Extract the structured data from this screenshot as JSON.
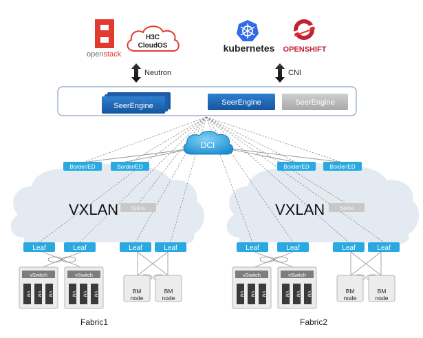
{
  "platforms": {
    "openstack": {
      "prefix": "open",
      "suffix": "stack",
      "prefix_color": "#6b6b6b",
      "suffix_color": "#e23a2e",
      "icon": "openstack-logo-icon"
    },
    "h3c": {
      "line1": "H3C",
      "line2": "CloudOS",
      "icon": "cloud-outline-icon"
    },
    "kubernetes": {
      "label": "kubernetes",
      "color": "#326ce5",
      "icon": "kubernetes-helm-icon"
    },
    "openshift": {
      "label": "OPENSHIFT",
      "color": "#c22133",
      "icon": "openshift-ring-icon"
    }
  },
  "interfaces": {
    "left": "Neutron",
    "right": "CNI"
  },
  "controller": {
    "engines": [
      "SeerEngine",
      "SeerEngine",
      "SeerEngine"
    ],
    "active_color": "#1f66b8",
    "standby_color": "#bdbdbd"
  },
  "dci": {
    "label": "DCI"
  },
  "colors": {
    "device": "#29a9e0",
    "cloud": "#e4eaf1",
    "fabric_label": "#222222"
  },
  "fabrics": [
    {
      "name": "Fabric1",
      "overlay": "VXLAN",
      "spine": "Spine",
      "borders": [
        "Border/ED",
        "Border/ED"
      ],
      "leaves": [
        "Leaf",
        "Leaf",
        "Leaf",
        "Leaf"
      ],
      "servers": [
        {
          "vswitch": "vSwitch",
          "vms": [
            "VM",
            "VM",
            "VM"
          ]
        },
        {
          "vswitch": "vSwitch",
          "vms": [
            "VM",
            "VM",
            "VM"
          ]
        }
      ],
      "bm_nodes": [
        {
          "line1": "BM",
          "line2": "node"
        },
        {
          "line1": "BM",
          "line2": "node"
        }
      ]
    },
    {
      "name": "Fabric2",
      "overlay": "VXLAN",
      "spine": "Spine",
      "borders": [
        "Border/ED",
        "Border/ED"
      ],
      "leaves": [
        "Leaf",
        "Leaf",
        "Leaf",
        "Leaf"
      ],
      "servers": [
        {
          "vswitch": "vSwitch",
          "vms": [
            "VM",
            "VM",
            "VM"
          ]
        },
        {
          "vswitch": "vSwitch",
          "vms": [
            "VM",
            "VM",
            "VM"
          ]
        }
      ],
      "bm_nodes": [
        {
          "line1": "BM",
          "line2": "node"
        },
        {
          "line1": "BM",
          "line2": "node"
        }
      ]
    }
  ]
}
